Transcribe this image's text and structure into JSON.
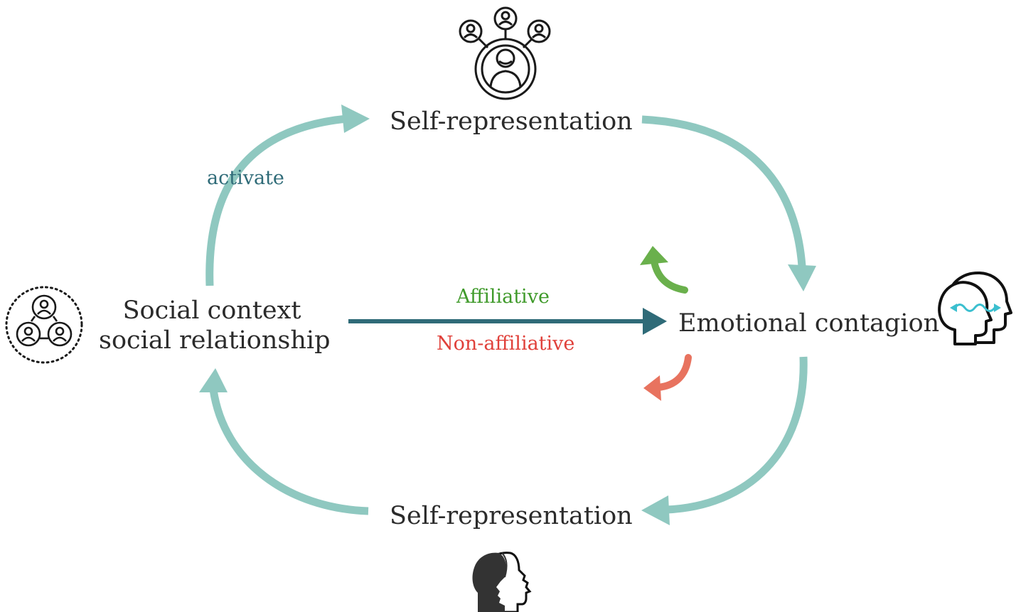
{
  "nodes": {
    "top": {
      "label": "Self-representation",
      "icon": "smiling-person-network-icon"
    },
    "bottom": {
      "label": "Self-representation",
      "icon": "two-heads-profile-icon"
    },
    "left": {
      "line1": "Social context",
      "line2": "social relationship",
      "icon": "three-people-circle-icon"
    },
    "right": {
      "label": "Emotional contagion",
      "icon": "heads-wave-transfer-icon"
    }
  },
  "edge_labels": {
    "activate": "activate",
    "affiliative": "Affiliative",
    "non_affiliative": "Non-affiliative"
  },
  "colors": {
    "cycle_arrow": "#8fc8c0",
    "main_arrow": "#2f6b78",
    "activate_text": "#2f6b78",
    "affiliative": "#6ab04c",
    "affiliative_text": "#3f9a2a",
    "non_affiliative": "#e8735f",
    "non_affiliative_text": "#e0403a",
    "icon_accent": "#3bbfcf",
    "node_text": "#2b2b2b"
  }
}
